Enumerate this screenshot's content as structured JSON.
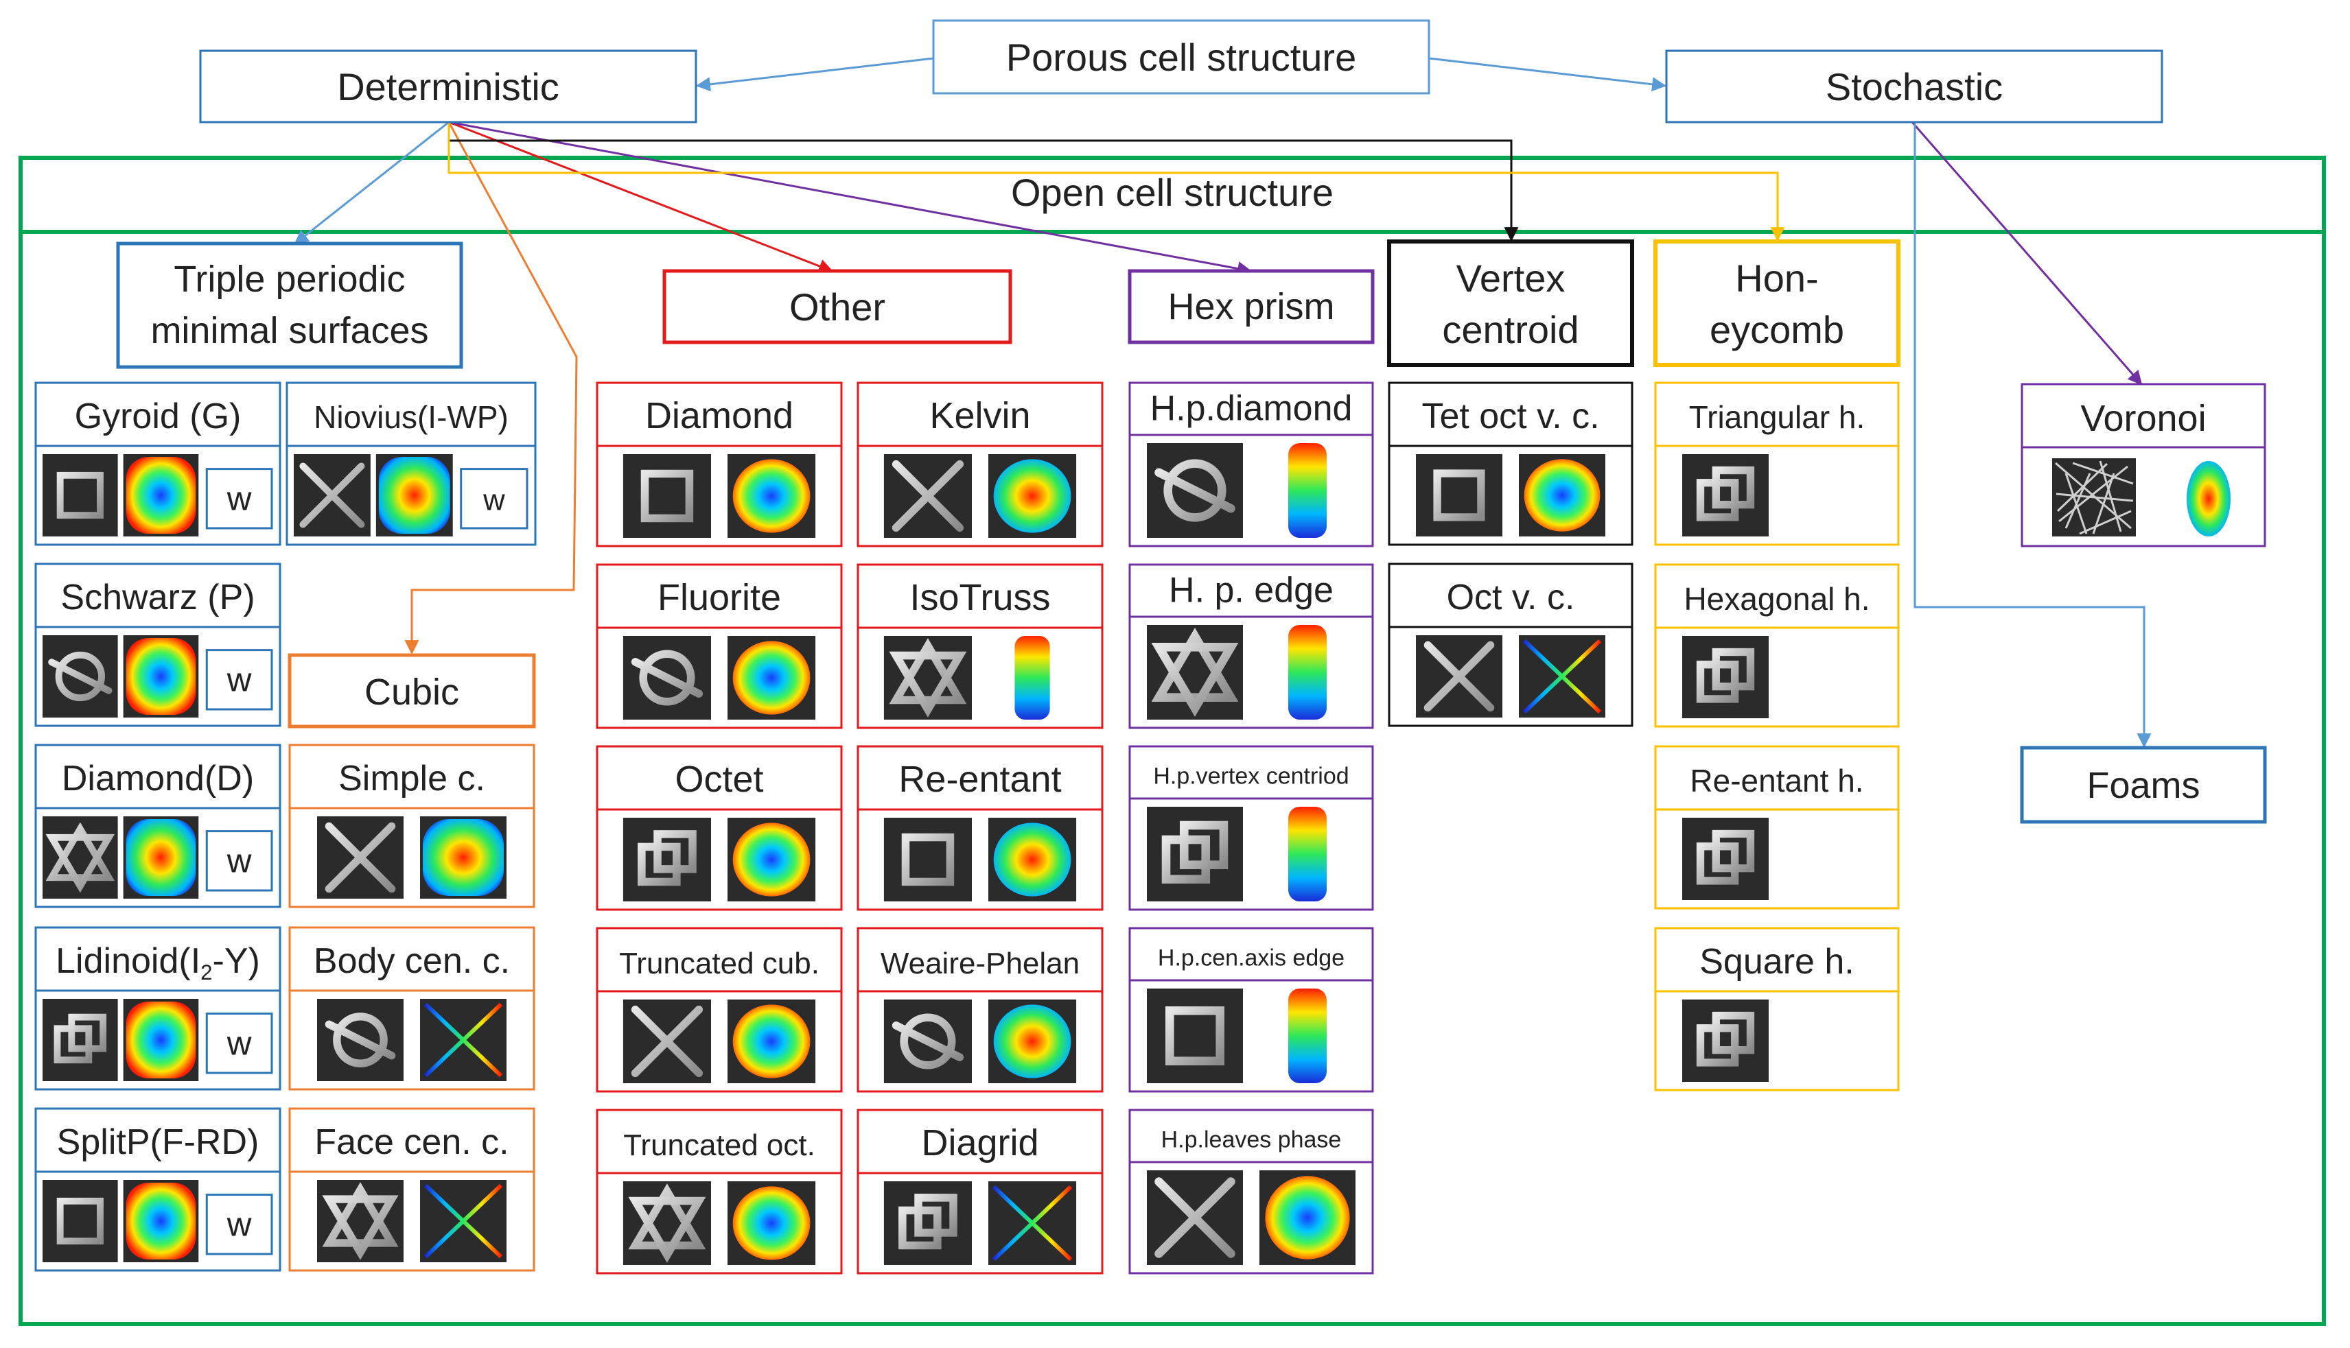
{
  "colors": {
    "blue": "#2E75B6",
    "lightblue": "#5B9BD5",
    "red": "#E31A1C",
    "orange": "#ED7D31",
    "purple": "#7030A0",
    "black": "#111111",
    "yellow": "#FFC000",
    "green": "#00A651"
  },
  "header": {
    "root": "Porous cell structure",
    "deterministic": "Deterministic",
    "stochastic": "Stochastic",
    "open_cell": "Open cell structure"
  },
  "columns": {
    "tpms": {
      "title_line1": "Triple periodic",
      "title_line2": "minimal surfaces",
      "items": [
        {
          "label": "Gyroid (G)",
          "w": "w",
          "thumbs": [
            "lattice-thumbnail",
            "stress-map-thumbnail"
          ]
        },
        {
          "label": "Niovius(I-WP)",
          "w": "w",
          "thumbs": [
            "lattice-thumbnail",
            "stress-map-thumbnail"
          ]
        },
        {
          "label": "Schwarz (P)",
          "w": "w",
          "thumbs": [
            "lattice-thumbnail",
            "stress-map-thumbnail"
          ]
        },
        {
          "label": "Diamond(D)",
          "w": "w",
          "thumbs": [
            "lattice-thumbnail",
            "stress-map-thumbnail"
          ]
        },
        {
          "label_main": "Lidinoid(I",
          "label_sub": "2",
          "label_tail": "-Y)",
          "w": "w",
          "thumbs": [
            "lattice-thumbnail",
            "stress-map-thumbnail"
          ]
        },
        {
          "label": "SplitP(F-RD)",
          "w": "w",
          "thumbs": [
            "lattice-thumbnail",
            "stress-map-thumbnail"
          ]
        }
      ]
    },
    "cubic": {
      "title": "Cubic",
      "items": [
        {
          "label": "Simple c."
        },
        {
          "label": "Body cen. c."
        },
        {
          "label": "Face cen. c."
        }
      ]
    },
    "other": {
      "title": "Other",
      "items": [
        {
          "label": "Diamond"
        },
        {
          "label": "Kelvin"
        },
        {
          "label": "Fluorite"
        },
        {
          "label": "IsoTruss"
        },
        {
          "label": "Octet"
        },
        {
          "label": "Re-entant"
        },
        {
          "label": "Truncated cub."
        },
        {
          "label": "Weaire-Phelan"
        },
        {
          "label": "Truncated oct."
        },
        {
          "label": "Diagrid"
        }
      ]
    },
    "hex_prism": {
      "title": "Hex prism",
      "items": [
        {
          "label": "H.p.diamond"
        },
        {
          "label": "H. p. edge"
        },
        {
          "label": "H.p.vertex centriod"
        },
        {
          "label": "H.p.cen.axis edge"
        },
        {
          "label": "H.p.leaves phase"
        }
      ]
    },
    "vertex": {
      "title_line1": "Vertex",
      "title_line2": "centroid",
      "items": [
        {
          "label": "Tet oct v. c."
        },
        {
          "label": "Oct v. c."
        }
      ]
    },
    "honeycomb": {
      "title_line1": "Hon-",
      "title_line2": "eycomb",
      "items": [
        {
          "label": "Triangular h."
        },
        {
          "label": "Hexagonal h."
        },
        {
          "label": "Re-entant h."
        },
        {
          "label": "Square h."
        }
      ]
    },
    "stochastic": {
      "voronoi": "Voronoi",
      "foams": "Foams"
    }
  }
}
